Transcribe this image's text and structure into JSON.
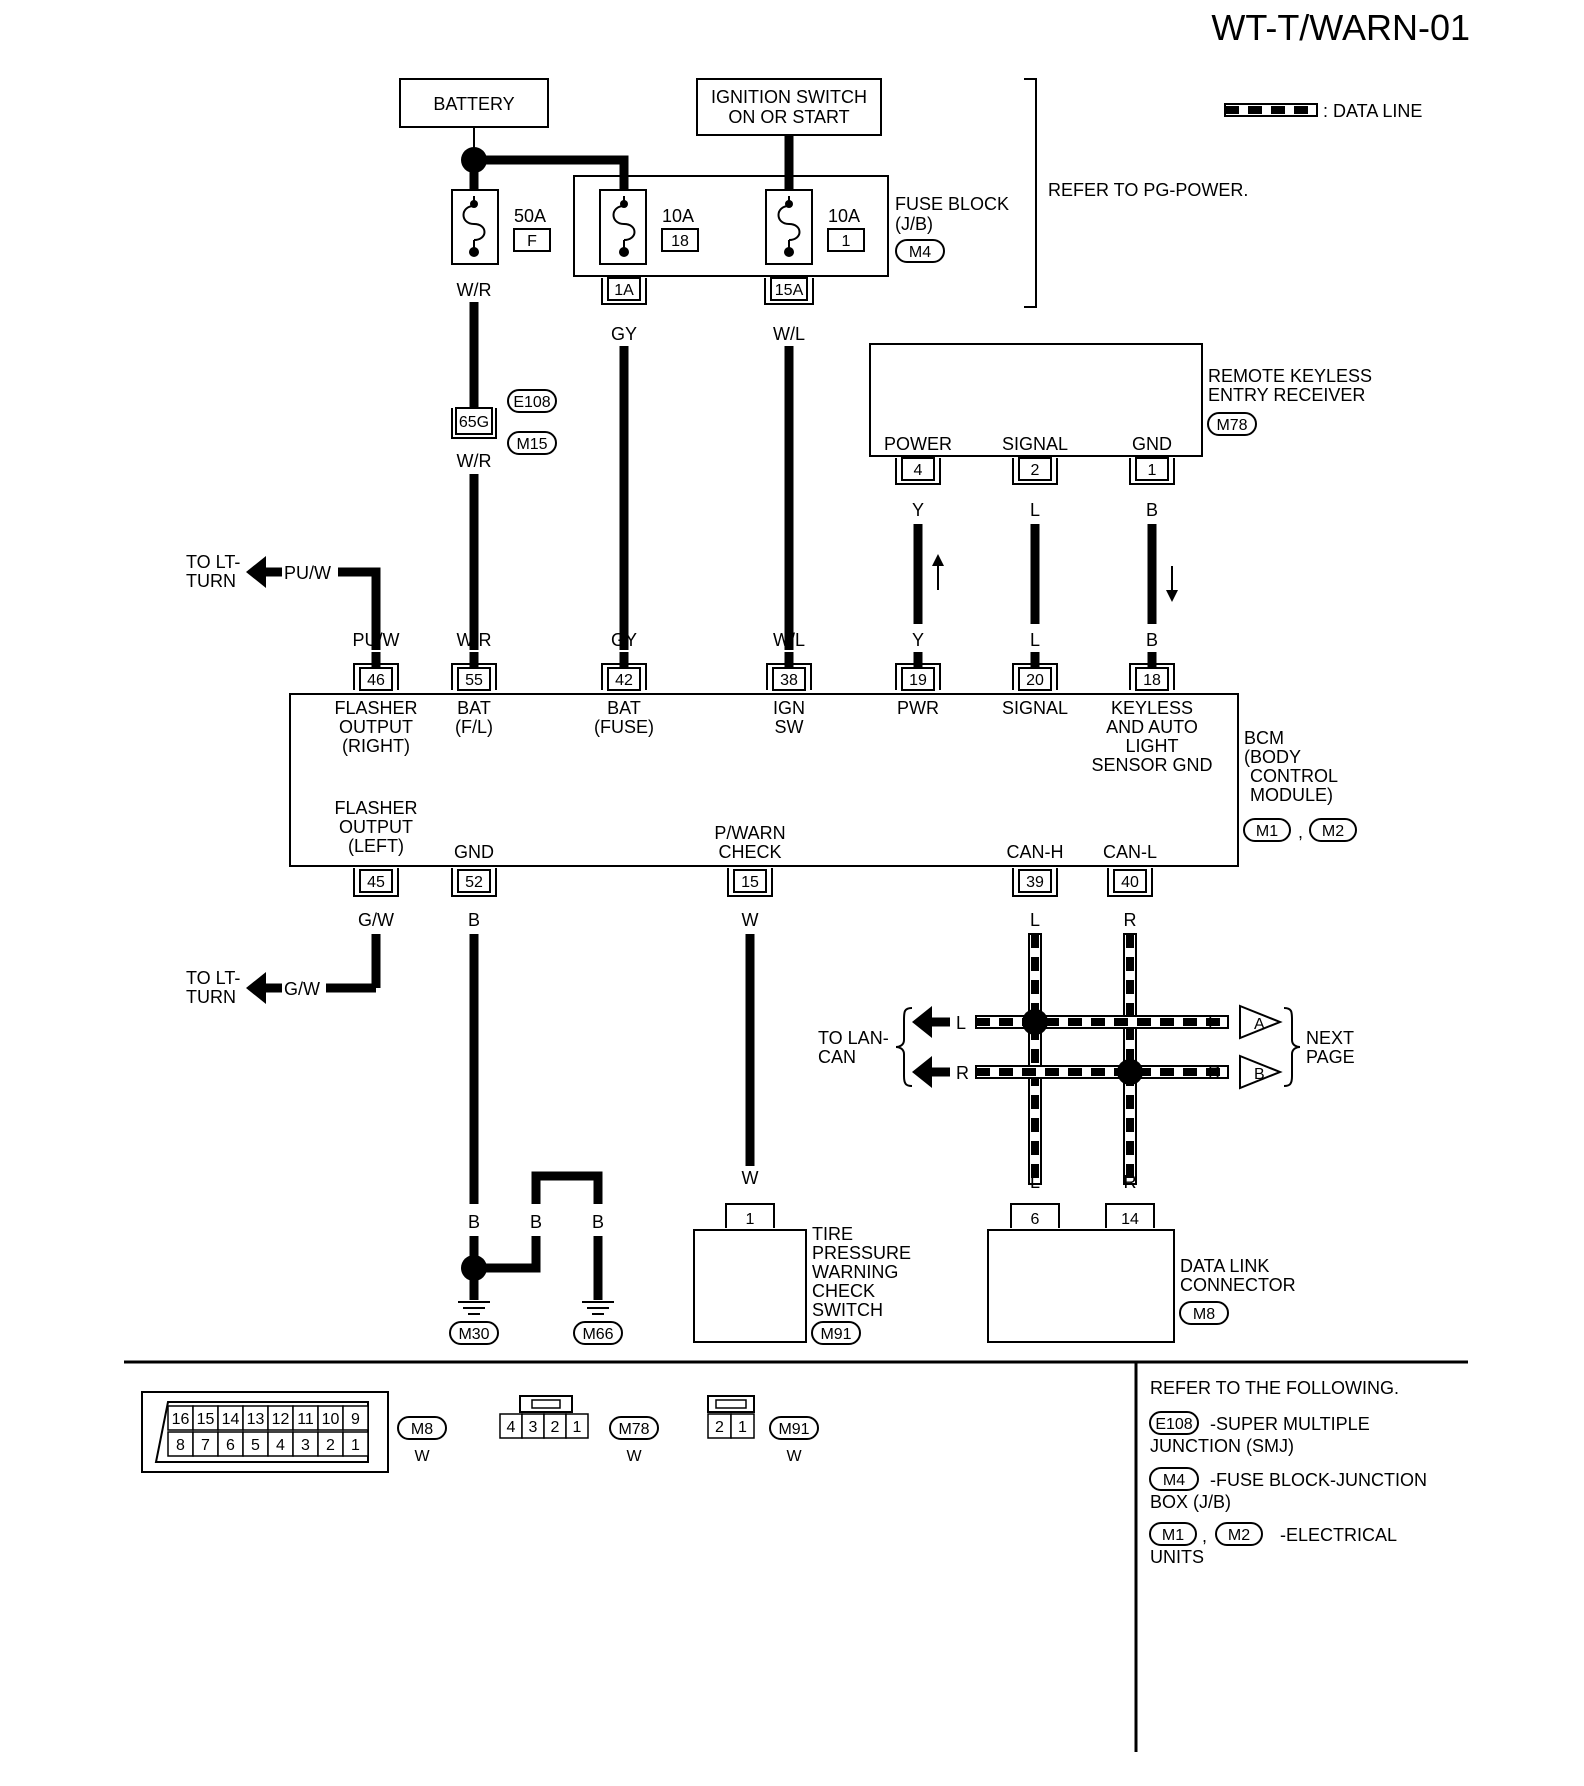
{
  "page_id": "WT-T/WARN-01",
  "legend": {
    "data_line": ": DATA LINE"
  },
  "power": {
    "battery": "BATTERY",
    "ignition": [
      "IGNITION SWITCH",
      "ON OR START"
    ],
    "refer_power": "REFER TO PG-POWER.",
    "fuse_block": {
      "label": [
        "FUSE BLOCK",
        "(J/B)"
      ],
      "connector": "M4"
    },
    "fuses": [
      {
        "amp": "50A",
        "id": "F",
        "wire": "W/R",
        "term": ""
      },
      {
        "amp": "10A",
        "id": "18",
        "wire": "GY",
        "term": "1A"
      },
      {
        "amp": "10A",
        "id": "1",
        "wire": "W/L",
        "term": "15A"
      }
    ]
  },
  "joint": {
    "connector_top": "E108",
    "connector_bottom": "M15",
    "terminal": "65G",
    "wire_below": "W/R"
  },
  "receiver": {
    "name": [
      "REMOTE KEYLESS",
      "ENTRY RECEIVER"
    ],
    "connector": "M78",
    "pins": [
      {
        "label": "POWER",
        "num": "4",
        "wire": "Y"
      },
      {
        "label": "SIGNAL",
        "num": "2",
        "wire": "L"
      },
      {
        "label": "GND",
        "num": "1",
        "wire": "B"
      }
    ]
  },
  "to_lt_turn": [
    "TO LT-",
    "TURN"
  ],
  "turn_wires": {
    "top": "PU/W",
    "bottom": "G/W"
  },
  "bcm": {
    "name": [
      "BCM",
      "(BODY",
      "CONTROL",
      "MODULE)"
    ],
    "connectors": [
      "M1",
      "M2"
    ],
    "top_pins": [
      {
        "num": "46",
        "wire": "PU/W",
        "label": [
          "FLASHER",
          "OUTPUT",
          "(RIGHT)"
        ]
      },
      {
        "num": "55",
        "wire": "W/R",
        "label": [
          "BAT",
          "(F/L)"
        ]
      },
      {
        "num": "42",
        "wire": "GY",
        "label": [
          "BAT",
          "(FUSE)"
        ]
      },
      {
        "num": "38",
        "wire": "W/L",
        "label": [
          "IGN",
          "SW"
        ]
      },
      {
        "num": "19",
        "wire": "Y",
        "label": [
          "PWR"
        ]
      },
      {
        "num": "20",
        "wire": "L",
        "label": [
          "SIGNAL"
        ]
      },
      {
        "num": "18",
        "wire": "B",
        "label": [
          "KEYLESS",
          "AND AUTO",
          "LIGHT",
          "SENSOR GND"
        ]
      }
    ],
    "bottom_pins": [
      {
        "num": "45",
        "wire": "G/W",
        "label": [
          "FLASHER",
          "OUTPUT",
          "(LEFT)"
        ]
      },
      {
        "num": "52",
        "wire": "B",
        "label": [
          "GND"
        ]
      },
      {
        "num": "15",
        "wire": "W",
        "label": [
          "P/WARN",
          "CHECK"
        ]
      },
      {
        "num": "39",
        "wire": "L",
        "label": [
          "CAN-H"
        ]
      },
      {
        "num": "40",
        "wire": "R",
        "label": [
          "CAN-L"
        ]
      }
    ]
  },
  "ground": {
    "wire": "B",
    "points": [
      "M30",
      "M66"
    ]
  },
  "tpw_switch": {
    "name": [
      "TIRE",
      "PRESSURE",
      "WARNING",
      "CHECK",
      "SWITCH"
    ],
    "connector": "M91",
    "pin": "1",
    "wire": "W"
  },
  "can": {
    "to_lan": [
      "TO LAN-",
      "CAN"
    ],
    "next_page": [
      "NEXT",
      "PAGE"
    ],
    "wire_h": "L",
    "wire_l": "R",
    "arrows": [
      "A",
      "B"
    ]
  },
  "dlc": {
    "name": [
      "DATA LINK",
      "CONNECTOR"
    ],
    "connector": "M8",
    "pins": [
      "6",
      "14"
    ]
  },
  "connector_views": {
    "m8": {
      "id": "M8",
      "color": "W",
      "row1": [
        "16",
        "15",
        "14",
        "13",
        "12",
        "11",
        "10",
        "9"
      ],
      "row2": [
        "8",
        "7",
        "6",
        "5",
        "4",
        "3",
        "2",
        "1"
      ]
    },
    "m78": {
      "id": "M78",
      "color": "W",
      "pins": [
        "4",
        "3",
        "2",
        "1"
      ]
    },
    "m91": {
      "id": "M91",
      "color": "W",
      "pins": [
        "2",
        "1"
      ]
    }
  },
  "refer_following": {
    "title": "REFER TO THE FOLLOWING.",
    "e108": {
      "id": "E108",
      "text": [
        "-SUPER MULTIPLE",
        "JUNCTION (SMJ)"
      ]
    },
    "m4": {
      "id": "M4",
      "text": [
        "-FUSE BLOCK-JUNCTION",
        "BOX (J/B)"
      ]
    },
    "units": {
      "ids": [
        "M1",
        "M2"
      ],
      "text": [
        "-ELECTRICAL",
        "UNITS"
      ]
    }
  }
}
